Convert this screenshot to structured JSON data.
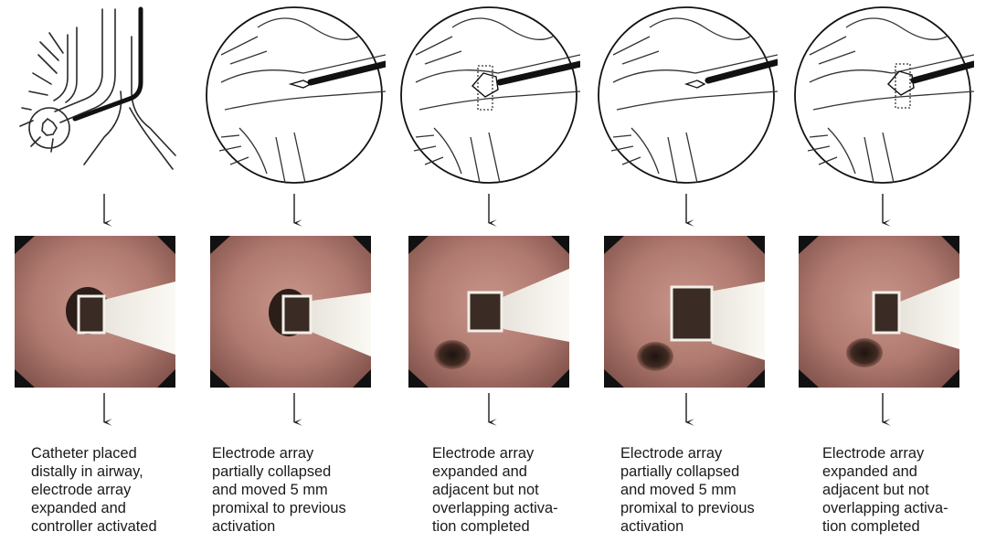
{
  "steps": [
    {
      "caption": "Catheter placed\ndistally in airway,\nelectrode array\nexpanded and\ncontroller activated",
      "array_state": "expanded"
    },
    {
      "caption": "Electrode array\npartially collapsed\nand moved 5 mm\npromixal to previous\nactivation",
      "array_state": "collapsed"
    },
    {
      "caption": "Electrode array\nexpanded and\nadjacent but not\noverlapping activa-\ntion completed",
      "array_state": "expanded"
    },
    {
      "caption": "Electrode array\npartially collapsed\nand moved 5 mm\npromixal to previous\nactivation",
      "array_state": "collapsed"
    },
    {
      "caption": "Electrode array\nexpanded and\nadjacent but not\noverlapping activa-\ntion completed",
      "array_state": "expanded"
    }
  ],
  "colors": {
    "line": "#2a2a2a",
    "tissue": "#b98278",
    "lumen": "#2b1d17",
    "catheter": "#f4f1ea"
  }
}
